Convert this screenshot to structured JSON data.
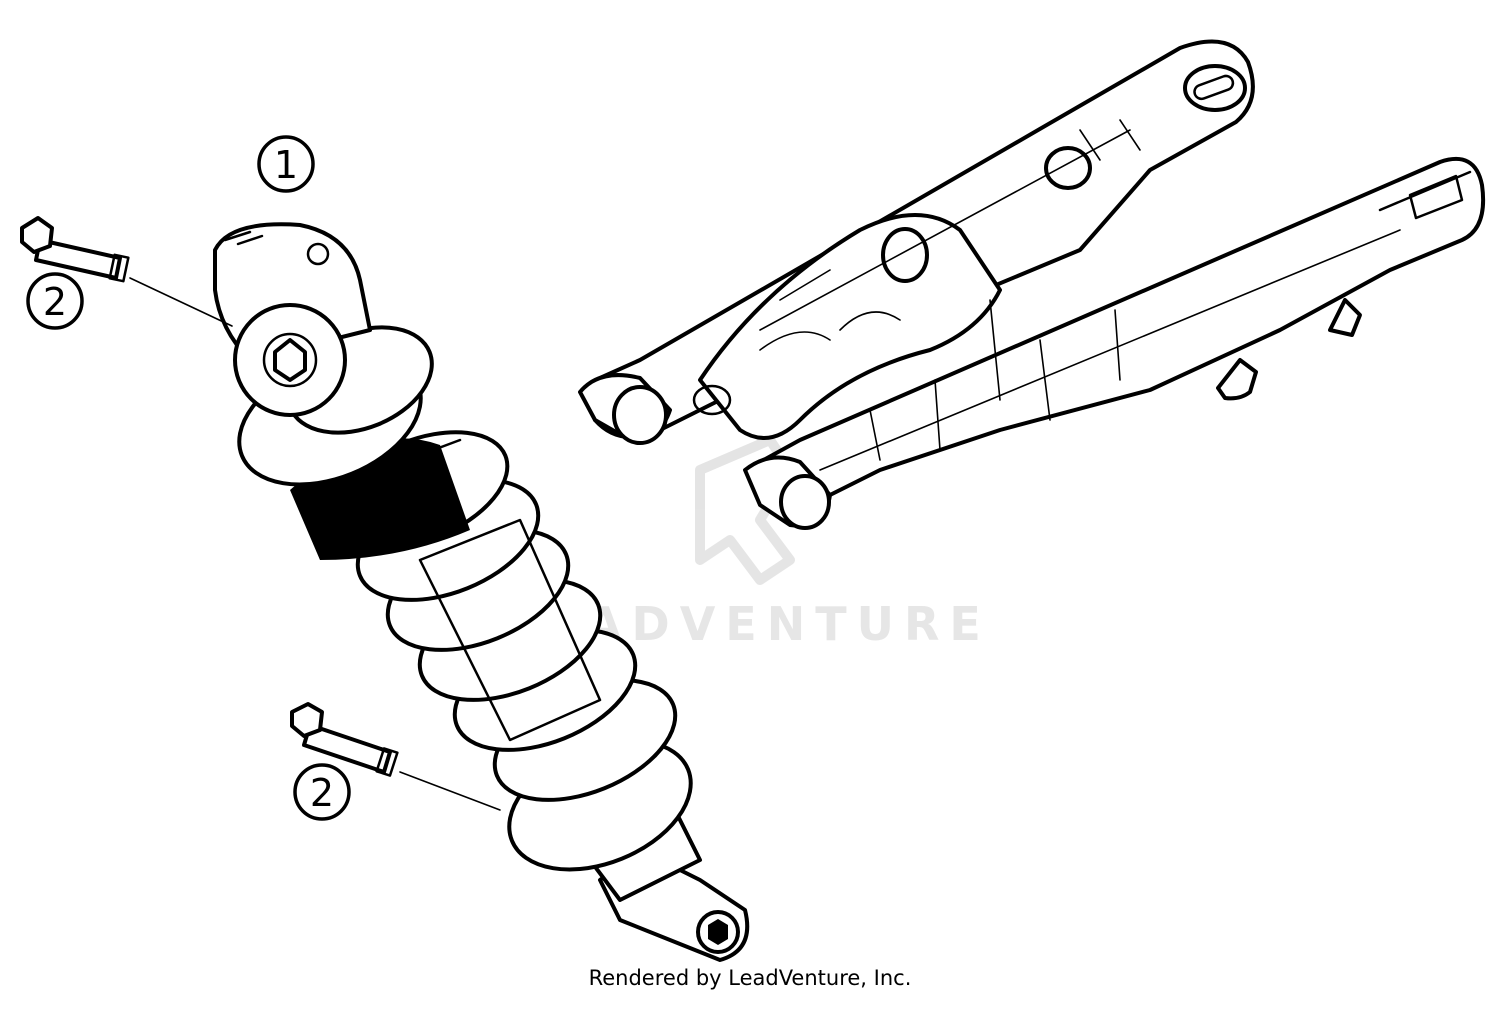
{
  "diagram": {
    "callouts": [
      {
        "id": "shock-absorber",
        "label": "1"
      },
      {
        "id": "upper-bolt",
        "label": "2"
      },
      {
        "id": "lower-bolt",
        "label": "2"
      }
    ],
    "watermark": "LEADVENTURE",
    "credit": "Rendered by LeadVenture, Inc.",
    "colors": {
      "line": "#000000",
      "background": "#ffffff",
      "watermark": "#e6e6e6"
    }
  }
}
